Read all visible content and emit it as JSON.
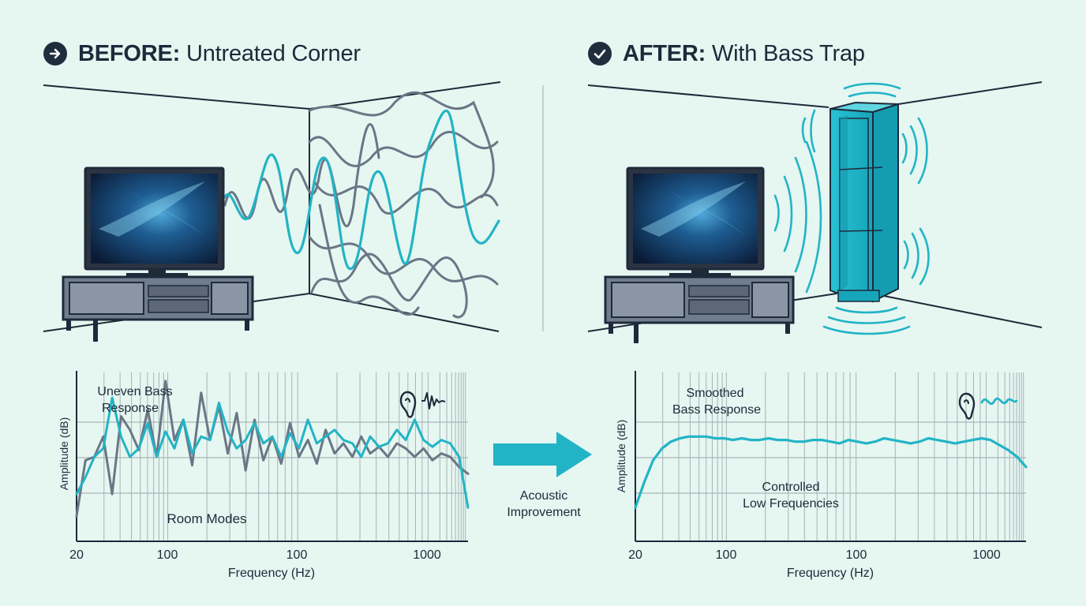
{
  "headings": {
    "before_prefix": "BEFORE:",
    "before_rest": "Untreated Corner",
    "after_prefix": "AFTER:",
    "after_rest": "With Bass Trap"
  },
  "icons": {
    "before_badge": "arrow-right-icon",
    "after_badge": "checkmark-icon",
    "ear": "ear-icon",
    "transition": "arrow-right-icon"
  },
  "colors": {
    "teal": "#22b4c6",
    "gray": "#6b7685",
    "dark": "#1e2a3a",
    "background": "#e6f6f1"
  },
  "transition": {
    "line1": "Acoustic",
    "line2": "Improvement"
  },
  "chart_data": [
    {
      "type": "line",
      "xlabel": "Frequency (Hz)",
      "ylabel": "Amplitude (dB)",
      "x_tick_labels": [
        "20",
        "100",
        "100",
        "1000"
      ],
      "annotations": [
        {
          "line1": "Uneven Bass",
          "line2": "Response"
        },
        {
          "line1": "Room Modes",
          "line2": ""
        }
      ],
      "series": [
        {
          "color": "#6b7685",
          "values": [
            15,
            48,
            50,
            62,
            28,
            74,
            66,
            54,
            78,
            50,
            95,
            60,
            72,
            45,
            88,
            60,
            80,
            52,
            76,
            42,
            72,
            48,
            62,
            46,
            70,
            50,
            60,
            46,
            66,
            52,
            58,
            50,
            62,
            52,
            56,
            50,
            58,
            55,
            50,
            55,
            48,
            52,
            50,
            44,
            40
          ]
        },
        {
          "color": "#22b4c6",
          "values": [
            28,
            38,
            50,
            55,
            85,
            62,
            50,
            55,
            70,
            50,
            65,
            55,
            72,
            52,
            62,
            60,
            82,
            65,
            55,
            60,
            70,
            58,
            62,
            50,
            64,
            55,
            72,
            58,
            62,
            66,
            60,
            58,
            50,
            62,
            56,
            58,
            66,
            60,
            72,
            60,
            56,
            60,
            58,
            50,
            20
          ]
        }
      ]
    },
    {
      "type": "line",
      "xlabel": "Frequency (Hz)",
      "ylabel": "Amplitude (dB)",
      "x_tick_labels": [
        "20",
        "100",
        "100",
        "1000"
      ],
      "annotations": [
        {
          "line1": "Smoothed",
          "line2": "Bass Response"
        },
        {
          "line1": "Controlled",
          "line2": "Low Frequencies"
        }
      ],
      "series": [
        {
          "color": "#22b4c6",
          "values": [
            20,
            35,
            48,
            55,
            59,
            61,
            62,
            62,
            62,
            61,
            61,
            60,
            61,
            60,
            60,
            61,
            60,
            60,
            59,
            59,
            60,
            60,
            59,
            58,
            60,
            59,
            58,
            59,
            61,
            60,
            59,
            58,
            59,
            61,
            60,
            59,
            58,
            59,
            60,
            61,
            60,
            57,
            54,
            50,
            44
          ]
        }
      ]
    }
  ]
}
